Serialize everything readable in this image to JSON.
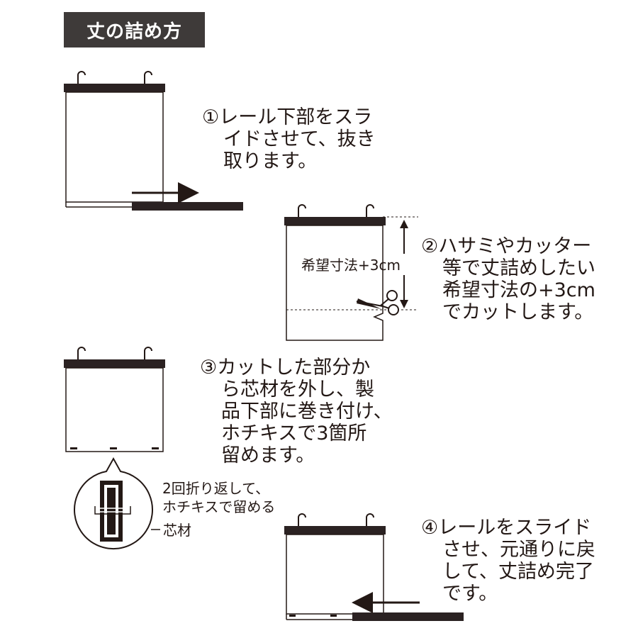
{
  "title": "丈の詰め方",
  "steps": [
    {
      "number": "①",
      "lines": [
        "レール下部をスラ",
        "イドさせて、抜き",
        "取ります。"
      ]
    },
    {
      "number": "②",
      "lines": [
        "ハサミやカッター",
        "等で丈詰めしたい",
        "希望寸法の+3cm",
        "でカットします。"
      ]
    },
    {
      "number": "③",
      "lines": [
        "カットした部分か",
        "ら芯材を外し、製",
        "品下部に巻き付け、",
        "ホチキスで3箇所",
        "留めます。"
      ]
    },
    {
      "number": "④",
      "lines": [
        "レールをスライド",
        "させ、元通りに戻",
        "して、丈詰め完了",
        "です。"
      ]
    }
  ],
  "labels": {
    "cut_dimension": "希望寸法+3cm",
    "fold_note_1": "2回折り返して、",
    "fold_note_2": "ホチキスで留める",
    "core_material": "芯材"
  },
  "colors": {
    "title_bg": "#3e3a39",
    "title_text": "#ffffff",
    "ink": "#231815",
    "rail": "#2b2222"
  }
}
